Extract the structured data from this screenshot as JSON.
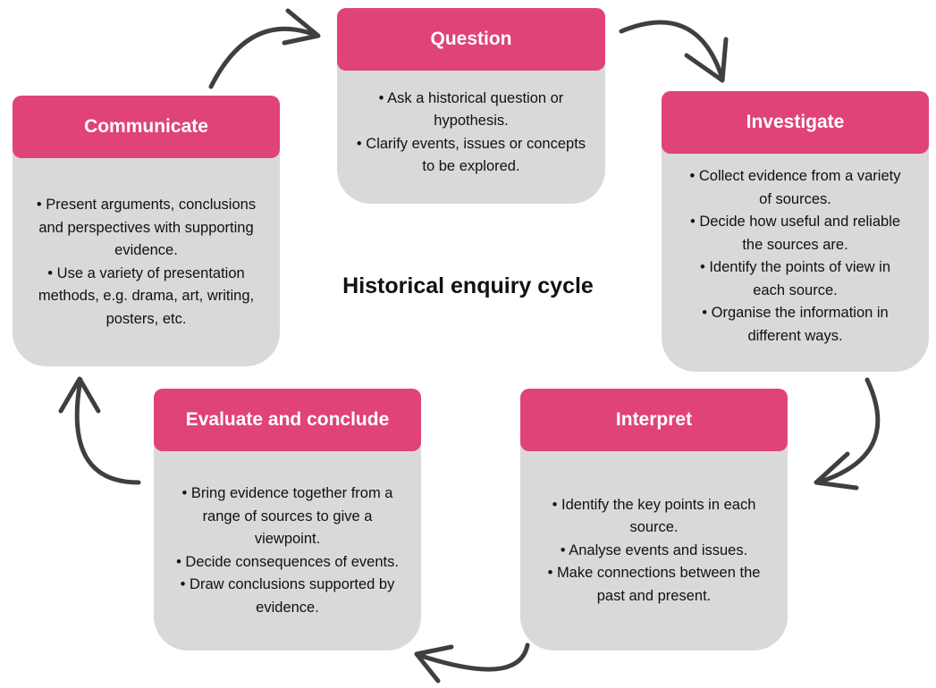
{
  "title": "Historical enquiry cycle",
  "colors": {
    "header": "#e04377",
    "card": "#d9d9d9",
    "arrow": "#3f3f3f"
  },
  "stages": {
    "question": {
      "heading": "Question",
      "points": [
        "• Ask a historical question or hypothesis.",
        "• Clarify events, issues or concepts to be explored."
      ]
    },
    "investigate": {
      "heading": "Investigate",
      "points": [
        "• Collect evidence from a variety of sources.",
        "• Decide how useful and reliable the sources are.",
        "• Identify the points of view in each source.",
        "• Organise the information in different ways."
      ]
    },
    "interpret": {
      "heading": "Interpret",
      "points": [
        "• Identify the key points in each source.",
        "• Analyse events and issues.",
        "• Make connections between the past and present."
      ]
    },
    "evaluate": {
      "heading": "Evaluate and conclude",
      "points": [
        "• Bring evidence together from a range of sources to give a viewpoint.",
        "• Decide consequences of events.",
        "• Draw conclusions supported by evidence."
      ]
    },
    "communicate": {
      "heading": "Communicate",
      "points": [
        "• Present arguments, conclusions and perspectives with supporting evidence.",
        "• Use a variety of presentation methods, e.g. drama, art, writing, posters, etc."
      ]
    }
  }
}
